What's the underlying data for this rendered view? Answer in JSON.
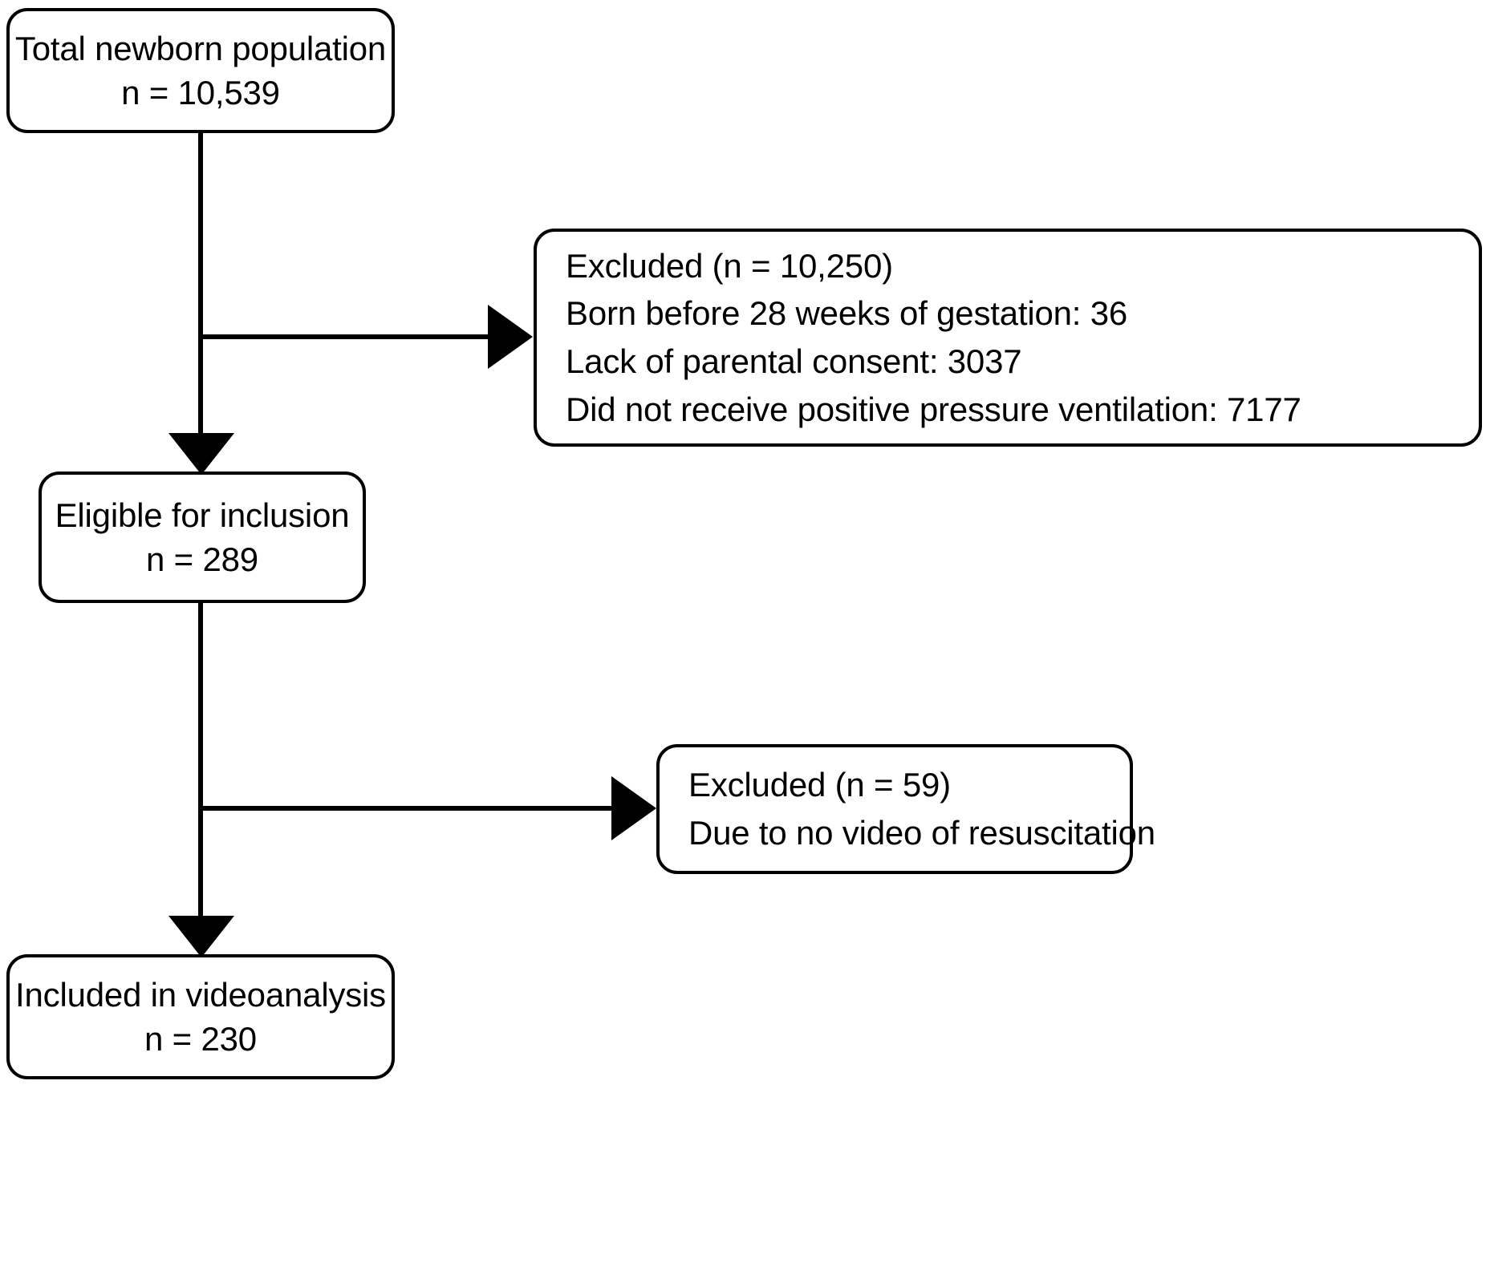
{
  "chart_data": {
    "type": "diagram",
    "title": "Study participant flow diagram",
    "nodes": [
      {
        "id": "total_population",
        "label": "Total newborn population",
        "count_label": "n = 10,539",
        "value": 10539
      },
      {
        "id": "excluded_primary",
        "label": "Excluded (n = 10,250)",
        "value": 10250,
        "reasons": [
          {
            "label": "Born before 28 weeks of gestation: 36",
            "value": 36
          },
          {
            "label": "Lack of parental consent: 3037",
            "value": 3037
          },
          {
            "label": "Did not receive positive pressure ventilation: 7177",
            "value": 7177
          }
        ]
      },
      {
        "id": "eligible",
        "label": "Eligible for inclusion",
        "count_label": "n = 289",
        "value": 289
      },
      {
        "id": "excluded_secondary",
        "label": "Excluded (n = 59)",
        "value": 59,
        "reasons": [
          {
            "label": "Due to no video of resuscitation",
            "value": null
          }
        ]
      },
      {
        "id": "included",
        "label": "Included in videoanalysis",
        "count_label": "n = 230",
        "value": 230
      }
    ],
    "edges": [
      {
        "from": "total_population",
        "to": "excluded_primary",
        "style": "elbow-right"
      },
      {
        "from": "total_population",
        "to": "eligible",
        "style": "straight-down"
      },
      {
        "from": "eligible",
        "to": "excluded_secondary",
        "style": "elbow-right"
      },
      {
        "from": "eligible",
        "to": "included",
        "style": "straight-down"
      }
    ]
  },
  "boxes": {
    "total_population": {
      "line1": "Total newborn population",
      "line2": "n = 10,539"
    },
    "excluded_primary": {
      "line1": "Excluded (n = 10,250)",
      "line2": "Born before 28 weeks of gestation: 36",
      "line3": "Lack of parental consent: 3037",
      "line4": "Did not receive positive pressure ventilation: 7177"
    },
    "eligible": {
      "line1": "Eligible for inclusion",
      "line2": "n = 289"
    },
    "excluded_secondary": {
      "line1": "Excluded (n = 59)",
      "line2": "Due to no video of resuscitation"
    },
    "included": {
      "line1": "Included in videoanalysis",
      "line2": "n = 230"
    }
  },
  "colors": {
    "stroke": "#000000",
    "fill": "#ffffff",
    "text": "#000000"
  }
}
